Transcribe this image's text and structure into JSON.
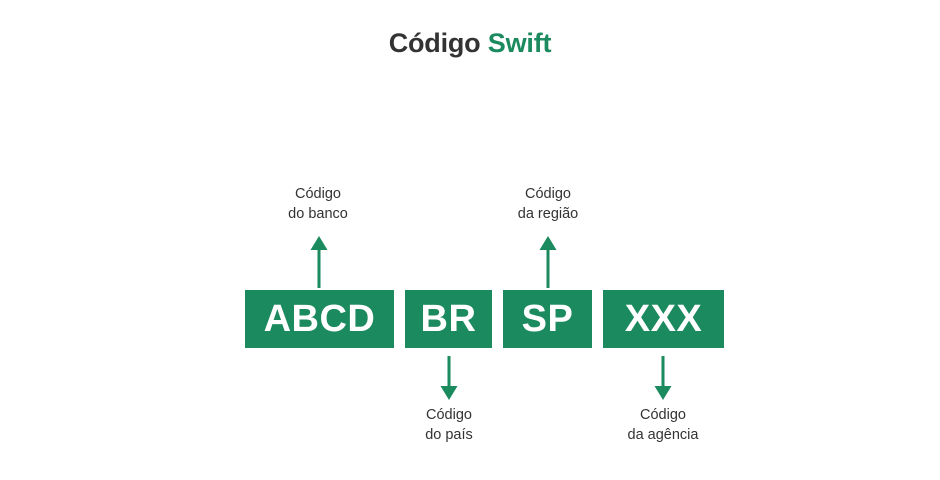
{
  "page": {
    "background_color": "#ffffff",
    "accent_color": "#1b8a5e",
    "text_color": "#333333"
  },
  "title": {
    "main": "Código",
    "accent": "Swift",
    "full": "Código Swift"
  },
  "diagram": {
    "type": "swift-code-breakdown",
    "segments": [
      {
        "id": "bank-code",
        "value": "ABCD",
        "label_lines": [
          "Código",
          "do banco"
        ],
        "label_position": "top",
        "arrow": "arrow-up"
      },
      {
        "id": "country-code",
        "value": "BR",
        "label_lines": [
          "Código",
          "do país"
        ],
        "label_position": "bottom",
        "arrow": "arrow-down"
      },
      {
        "id": "region-code",
        "value": "SP",
        "label_lines": [
          "Código",
          "da região"
        ],
        "label_position": "top",
        "arrow": "arrow-up"
      },
      {
        "id": "branch-code",
        "value": "XXX",
        "label_lines": [
          "Código",
          "da agência"
        ],
        "label_position": "bottom",
        "arrow": "arrow-down"
      }
    ]
  }
}
